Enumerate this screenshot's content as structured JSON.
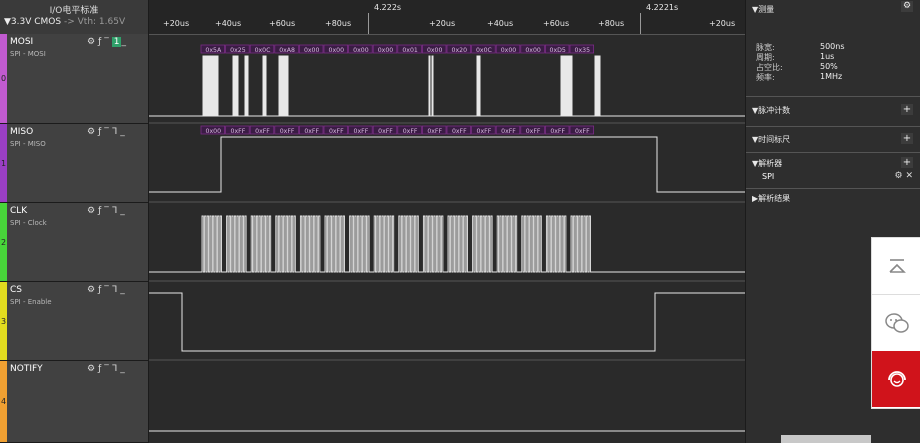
{
  "header": {
    "title": "I/O电平标准",
    "standard": "▼3.3V CMOS",
    "threshold": "-> Vth: 1.65V"
  },
  "channels": [
    {
      "index": "0",
      "name": "MOSI",
      "sub": "SPI - MOSI",
      "color": "#c15bd0",
      "active_trigger": "1"
    },
    {
      "index": "1",
      "name": "MISO",
      "sub": "SPI - MISO",
      "color": "#9a3fc4"
    },
    {
      "index": "2",
      "name": "CLK",
      "sub": "SPI - Clock",
      "color": "#48d43a"
    },
    {
      "index": "3",
      "name": "CS",
      "sub": "SPI - Enable",
      "color": "#e2dc1f"
    },
    {
      "index": "4",
      "name": "NOTIFY",
      "sub": "",
      "color": "#f0a032"
    }
  ],
  "ruler": {
    "ticks": [
      "+20us",
      "+40us",
      "+60us",
      "+80us",
      "+20us",
      "+40us",
      "+60us",
      "+80us",
      "+20us"
    ],
    "abs_labels": [
      "4.222s",
      "4.2221s"
    ]
  },
  "decode": {
    "mosi": [
      "0x5A",
      "0x25",
      "0x0C",
      "0xA8",
      "0x00",
      "0x00",
      "0x00",
      "0x00",
      "0x01",
      "0x00",
      "0x20",
      "0x0C",
      "0x00",
      "0x00",
      "0xD5",
      "0x35"
    ],
    "miso": [
      "0x00",
      "0xFF",
      "0xFF",
      "0xFF",
      "0xFF",
      "0xFF",
      "0xFF",
      "0xFF",
      "0xFF",
      "0xFF",
      "0xFF",
      "0xFF",
      "0xFF",
      "0xFF",
      "0xFF",
      "0xFF"
    ]
  },
  "right": {
    "measure": {
      "title": "▼测量",
      "rows": [
        {
          "label": "脉宽:",
          "value": "500ns"
        },
        {
          "label": "周期:",
          "value": "1us"
        },
        {
          "label": "占空比:",
          "value": "50%"
        },
        {
          "label": "频率:",
          "value": "1MHz"
        }
      ]
    },
    "pulse_count": "▼脉冲计数",
    "time_ruler": "▼时间标尺",
    "analyzer": "▼解析器",
    "analyzer_item": "SPI",
    "results": "▶解析结果",
    "plus": "+"
  },
  "colors": {
    "accent_red": "#d0131b",
    "decode_box": "#7a2c86"
  }
}
